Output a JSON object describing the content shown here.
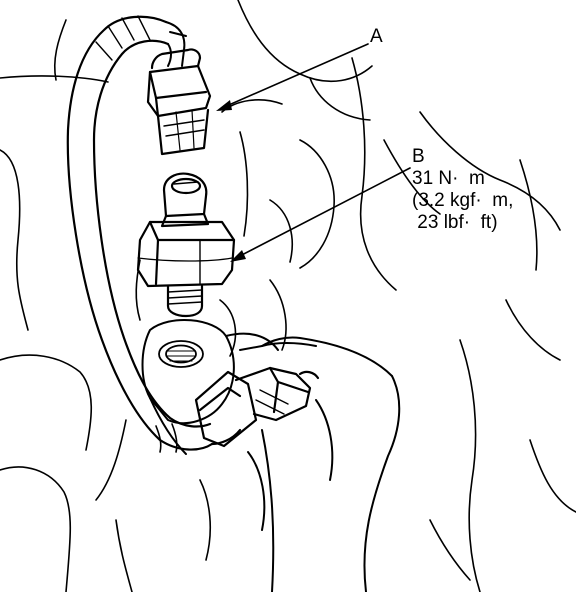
{
  "callouts": {
    "a": {
      "letter": "A"
    },
    "b": {
      "letter": "B",
      "torque_nm": "31 N·  m",
      "torque_kgf": "(3.2 kgf·  m,",
      "torque_lbf": " 23 lbf·  ft)"
    }
  },
  "colors": {
    "ink": "#000000",
    "paper": "#ffffff"
  }
}
